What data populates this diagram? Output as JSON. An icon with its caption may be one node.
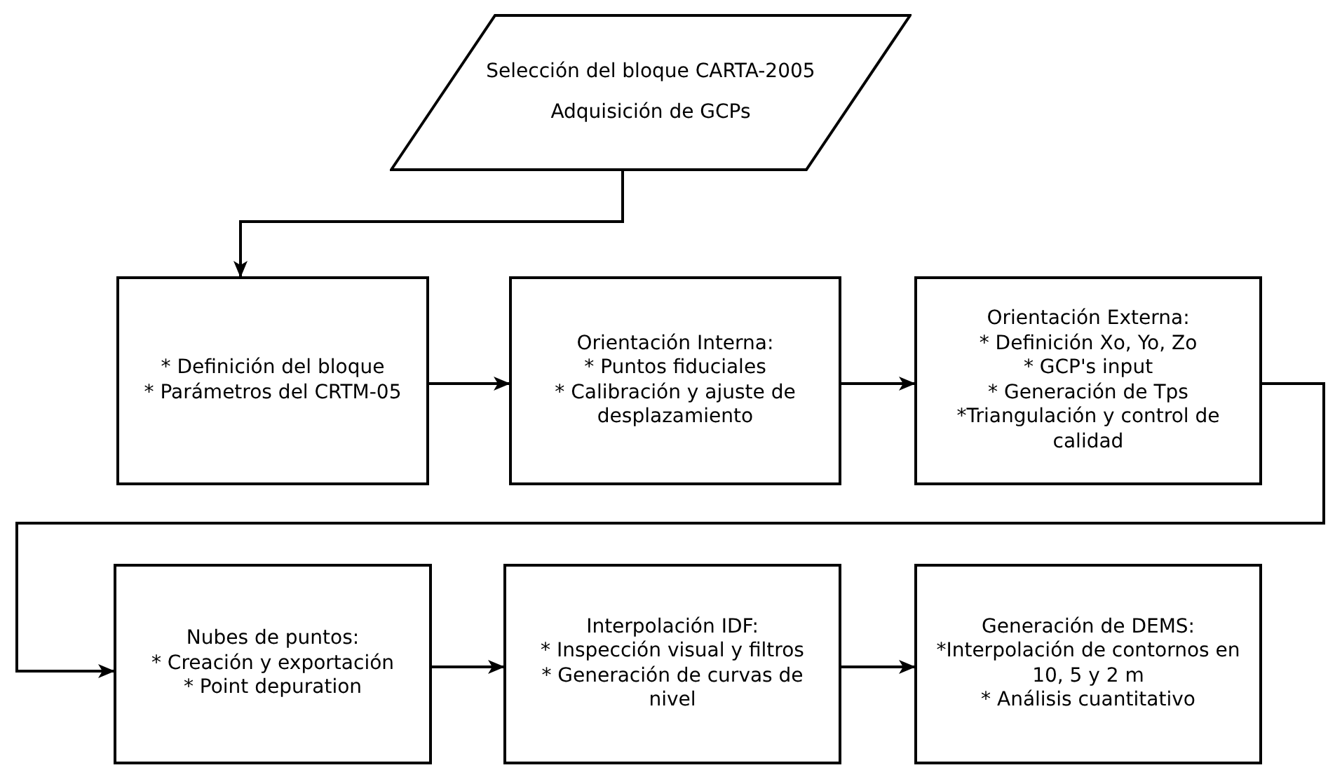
{
  "diagram": {
    "nodes": [
      {
        "text": [
          "Selección del bloque CARTA-2005",
          "Adquisición de GCPs"
        ]
      },
      {
        "text": [
          "* Definición del bloque",
          "* Parámetros del CRTM-05"
        ]
      },
      {
        "text": [
          "Orientación Interna:",
          "* Puntos fiduciales",
          "* Calibración y ajuste de desplazamiento"
        ]
      },
      {
        "text": [
          "Orientación Externa:",
          "* Definición Xo, Yo, Zo",
          "* GCP's input",
          "* Generación de Tps",
          "*Triangulación y control de calidad"
        ]
      },
      {
        "text": [
          "Nubes de puntos:",
          "* Creación y exportación",
          "* Point depuration"
        ]
      },
      {
        "text": [
          "Interpolación IDF:",
          "* Inspección visual y filtros",
          "* Generación de curvas de nivel"
        ]
      },
      {
        "text": [
          "Generación de DEMS:",
          "*Interpolación de contornos en 10, 5 y 2 m",
          "* Análisis cuantitativo"
        ]
      }
    ],
    "edges": [
      {
        "from": 0,
        "to": 1,
        "arrow": "to"
      },
      {
        "from": 1,
        "to": 2,
        "arrow": "to"
      },
      {
        "from": 2,
        "to": 3,
        "arrow": "to"
      },
      {
        "from": 3,
        "to": 4,
        "arrow": "to"
      },
      {
        "from": 4,
        "to": 5,
        "arrow": "to"
      },
      {
        "from": 5,
        "to": 6,
        "arrow": "to"
      }
    ]
  }
}
